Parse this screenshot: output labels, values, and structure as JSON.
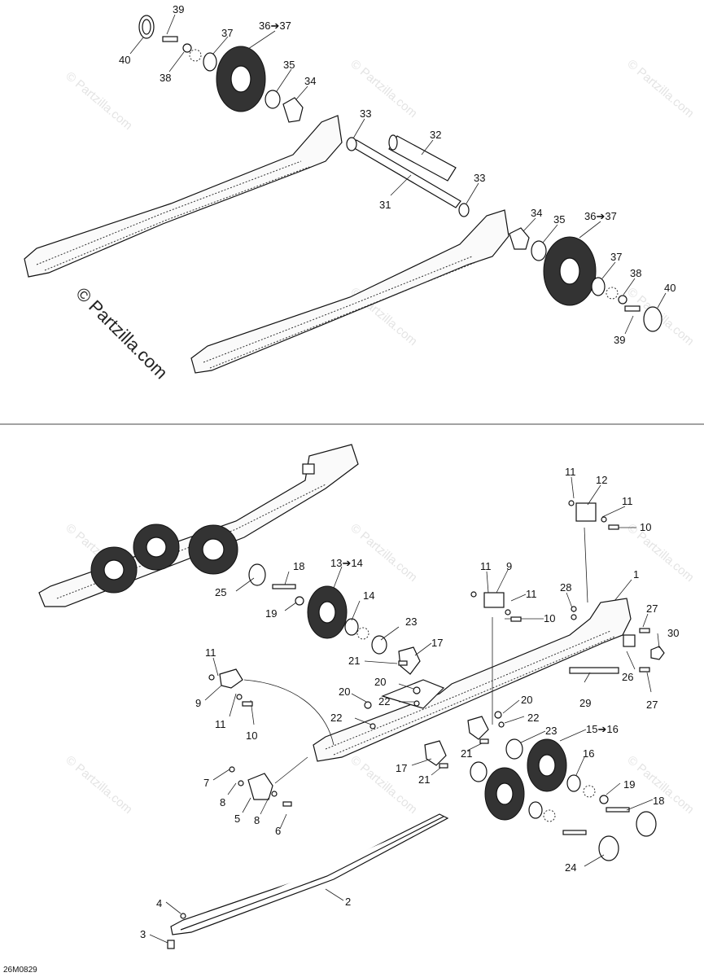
{
  "watermark": {
    "text": "© Partzilla.com"
  },
  "drawing_code": "26M0829",
  "labels_top": [
    "39",
    "36➔37",
    "37",
    "40",
    "38",
    "35",
    "34",
    "33",
    "32",
    "33",
    "31",
    "34",
    "35",
    "36➔37",
    "37",
    "38",
    "40",
    "39"
  ],
  "labels_bottom": [
    "11",
    "12",
    "11",
    "10",
    "18",
    "13➔14",
    "1",
    "25",
    "11",
    "9",
    "28",
    "14",
    "11",
    "19",
    "10",
    "27",
    "23",
    "30",
    "17",
    "11",
    "21",
    "26",
    "20",
    "27",
    "9",
    "22",
    "20",
    "29",
    "20",
    "11",
    "22",
    "22",
    "10",
    "15➔16",
    "23",
    "21",
    "16",
    "17",
    "21",
    "7",
    "19",
    "8",
    "18",
    "5",
    "8",
    "6",
    "2",
    "24",
    "4",
    "3"
  ]
}
